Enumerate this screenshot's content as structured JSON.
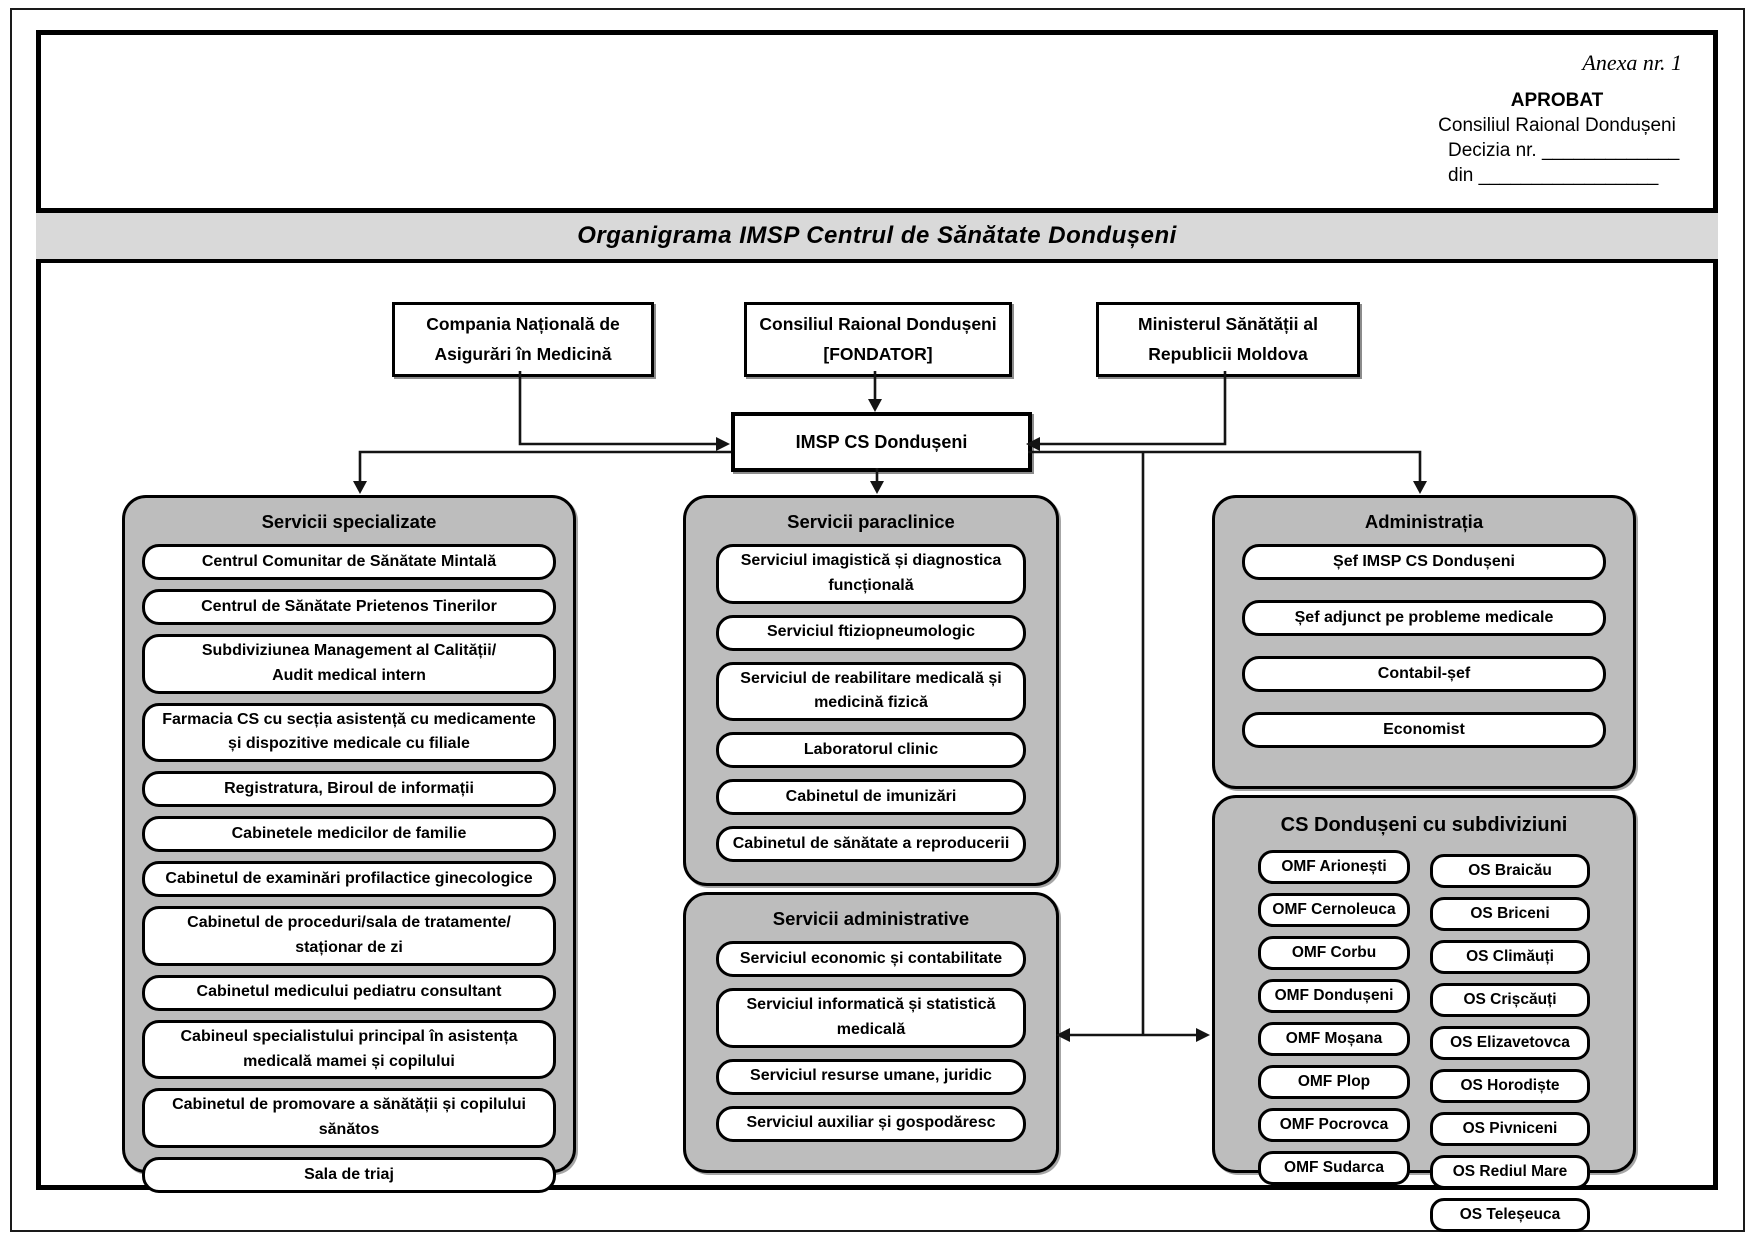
{
  "annex": {
    "anexa": "Anexa nr. 1",
    "aprobat": "APROBAT",
    "consiliul": "Consiliul Raional Dondușeni",
    "decizia": "Decizia nr. _____________",
    "din": "din _________________"
  },
  "title": "Organigrama IMSP Centrul de Sănătate Dondușeni",
  "top_boxes": [
    {
      "line1": "Compania Națională de",
      "line2": "Asigurări în Medicină"
    },
    {
      "line1": "Consiliul Raional Dondușeni",
      "line2": "[FONDATOR]"
    },
    {
      "line1": "Ministerul Sănătății al",
      "line2": "Republicii Moldova"
    }
  ],
  "root": {
    "label": "IMSP CS Dondușeni"
  },
  "sections": {
    "specializate": {
      "header": "Servicii specializate",
      "items": [
        "Centrul Comunitar de Sănătate Mintală",
        "Centrul de Sănătate Prietenos Tinerilor",
        "Subdiviziunea Management al Calității/\nAudit medical intern",
        "Farmacia CS cu secția asistență cu medicamente\nși dispozitive medicale cu filiale",
        "Registratura, Biroul de informații",
        "Cabinetele medicilor de familie",
        "Cabinetul de examinări profilactice ginecologice",
        "Cabinetul de proceduri/sala de tratamente/\nstaționar de zi",
        "Cabinetul medicului pediatru consultant",
        "Cabineul specialistului principal în asistența\nmedicală mamei și copilului",
        "Cabinetul de promovare a sănătății și copilului\nsănătos",
        "Sala de triaj"
      ]
    },
    "paraclinice": {
      "header": "Servicii paraclinice",
      "items": [
        "Serviciul imagistică și diagnostica\nfuncțională",
        "Serviciul ftiziopneumologic",
        "Serviciul de reabilitare medicală și\nmedicină fizică",
        "Laboratorul clinic",
        "Cabinetul de imunizări",
        "Cabinetul de sănătate a reproducerii"
      ]
    },
    "administrative": {
      "header": "Servicii administrative",
      "items": [
        "Serviciul economic și contabilitate",
        "Serviciul informatică și statistică\nmedicală",
        "Serviciul resurse umane, juridic",
        "Serviciul auxiliar și gospodăresc"
      ]
    },
    "administratia": {
      "header": "Administrația",
      "items": [
        "Șef IMSP CS Dondușeni",
        "Șef adjunct pe probleme medicale",
        "Contabil-șef",
        "Economist"
      ]
    },
    "subdiviziuni": {
      "header": "CS Dondușeni cu subdiviziuni",
      "omf": [
        "OMF Arionești",
        "OMF Cernoleuca",
        "OMF Corbu",
        "OMF Dondușeni",
        "OMF Moșana",
        "OMF Plop",
        "OMF Pocrovca",
        "OMF Sudarca"
      ],
      "os": [
        "OS Braicău",
        "OS Briceni",
        "OS Climăuți",
        "OS Crișcăuți",
        "OS Elizavetovca",
        "OS Horodiște",
        "OS Pivniceni",
        "OS Rediul Mare",
        "OS Teleșeuca"
      ]
    }
  },
  "colors": {
    "section_bg": "#bdbdbd",
    "band_bg": "#d9d9d9",
    "line": "#000000"
  }
}
